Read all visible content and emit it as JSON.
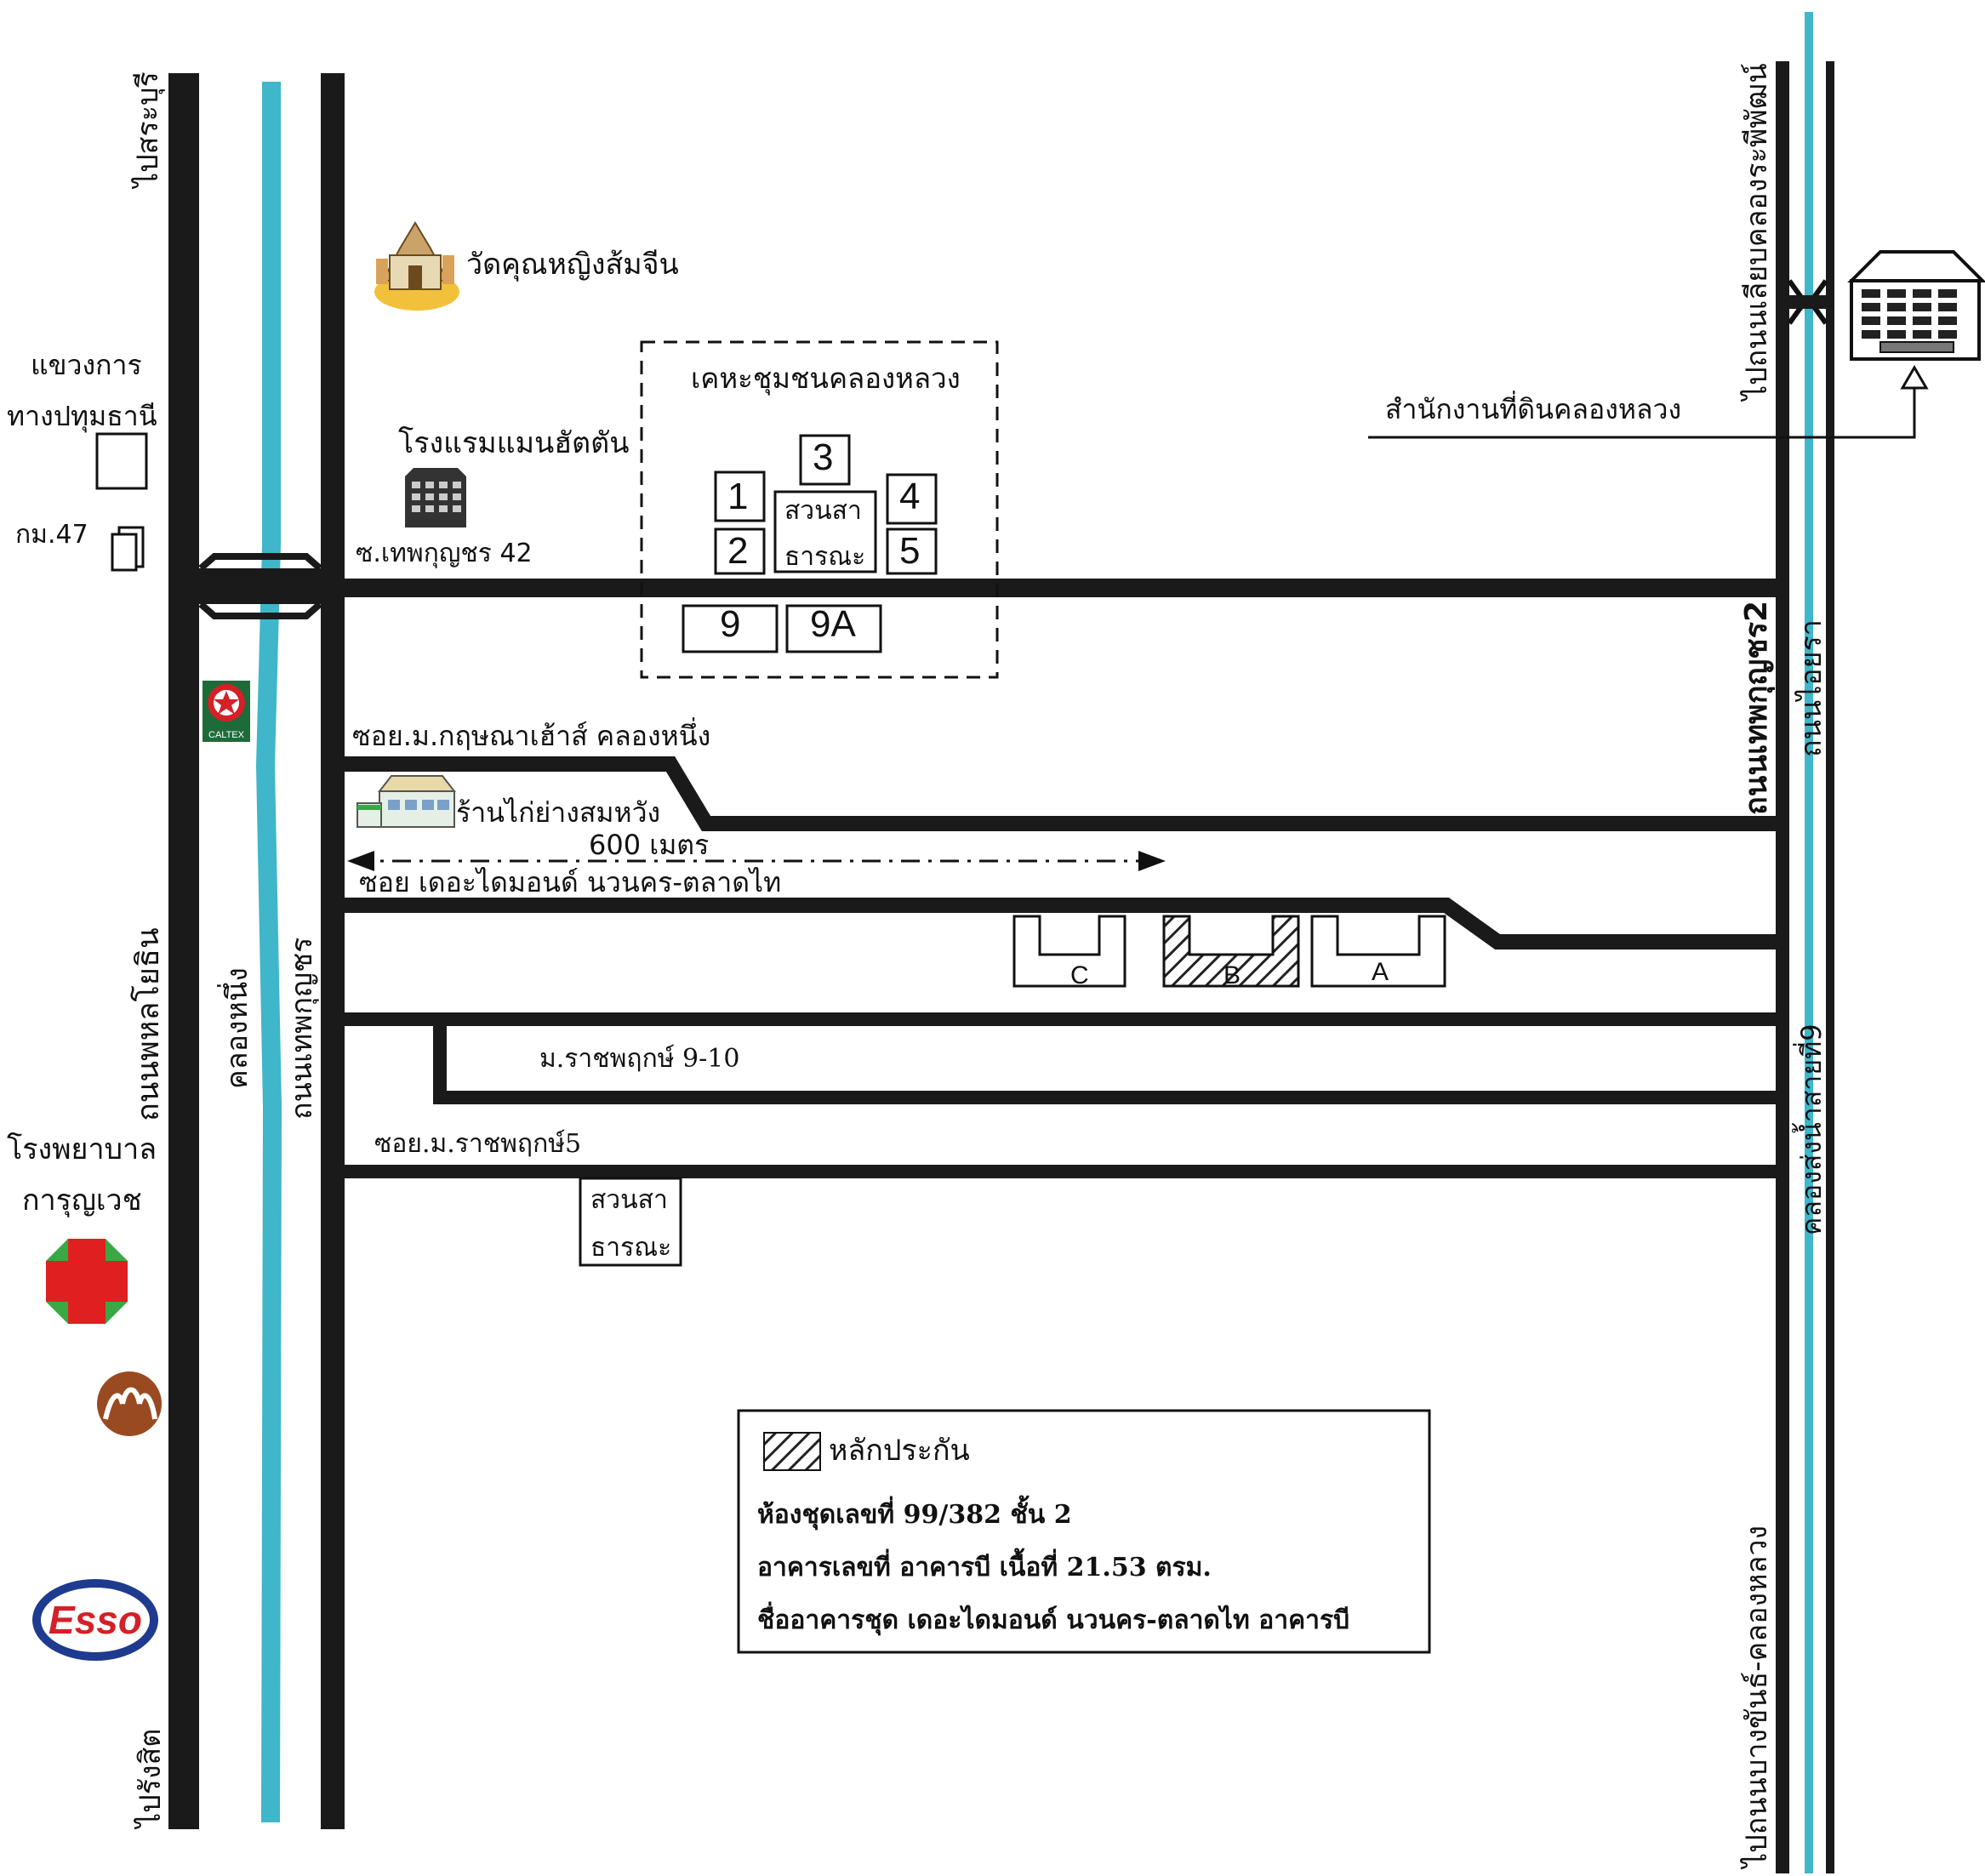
{
  "colors": {
    "road": "#1a1a1a",
    "canal": "#3fb6c9",
    "outline": "#111111",
    "collateral_hatch": "#222222",
    "hospital_cross": "#e02020",
    "hospital_corners": "#3aa845",
    "esso_blue": "#1f3b8f",
    "esso_red": "#d42027",
    "caltex_red": "#d42027",
    "caltex_green": "#1e6b3a",
    "temple_gold": "#f2c13b",
    "bank_brown": "#9a4a20"
  },
  "labels": {
    "to_saraburi": "ไปสระบุรี",
    "highway_office_1": "แขวงการ",
    "highway_office_2": "ทางปทุมธานี",
    "km47": "กม.47",
    "temple": "วัดคุณหญิงส้มจีน",
    "hotel": "โรงแรมแมนฮัตตัน",
    "soi_thepkunchon_42": "ซ.เทพกุญชร 42",
    "community": "เคหะชุมชนคลองหลวง",
    "park_1": "สวนสา",
    "park_2": "ธารณะ",
    "block_1": "1",
    "block_2": "2",
    "block_3": "3",
    "block_4": "4",
    "block_5": "5",
    "block_9": "9",
    "block_9a": "9A",
    "land_office": "สำนักงานที่ดินคลองหลวง",
    "road_to_bang_right_top": "ไปถนนเลียบคลองระพีพัฒน์",
    "thepkunchon_2": "ถนนเทพกุญชร2",
    "thon_yaa": "ถนนไอยรา",
    "soi_krisana": "ซอย.ม.กฤษณาเฮ้าส์ คลองหนึ่ง",
    "restaurant": "ร้านไก่ย่างสมหวัง",
    "distance": "600 เมตร",
    "soi_diamond": "ซอย เดอะไดมอนด์ นวนคร-ตลาดไท",
    "building_c": "C",
    "building_b": "B",
    "building_a": "A",
    "road_phahon": "ถนนพหลโยธิน",
    "khlong_nueng": "คลองหนึ่ง",
    "road_thepkunchon": "ถนนเทพกุญชร",
    "soi_ratchaphruek_9_10": "ม.ราชพฤกษ์ 9-10",
    "soi_ratchaphruek_5": "ซอย.ม.ราชพฤกษ์5",
    "khlong_9": "คลองส่งน้ำสายที่9",
    "hospital_1": "โรงพยาบาล",
    "hospital_2": "การุญเวช",
    "to_rangsit": "ไปรังสิต",
    "road_bangkhan": "ไปถนนบางขันธ์-คลองหลวง",
    "caltex": "CALTEX",
    "esso": "Esso"
  },
  "legend": {
    "collateral": "หลักประกัน",
    "unit_line": "ห้องชุดเลขที่ 99/382  ชั้น 2",
    "building_line": "อาคารเลขที่  อาคารบี    เนื้อที่ 21.53 ตรม.",
    "name_line": "ชื่ออาคารชุด เดอะไดมอนด์ นวนคร-ตลาดไท อาคารบี"
  }
}
